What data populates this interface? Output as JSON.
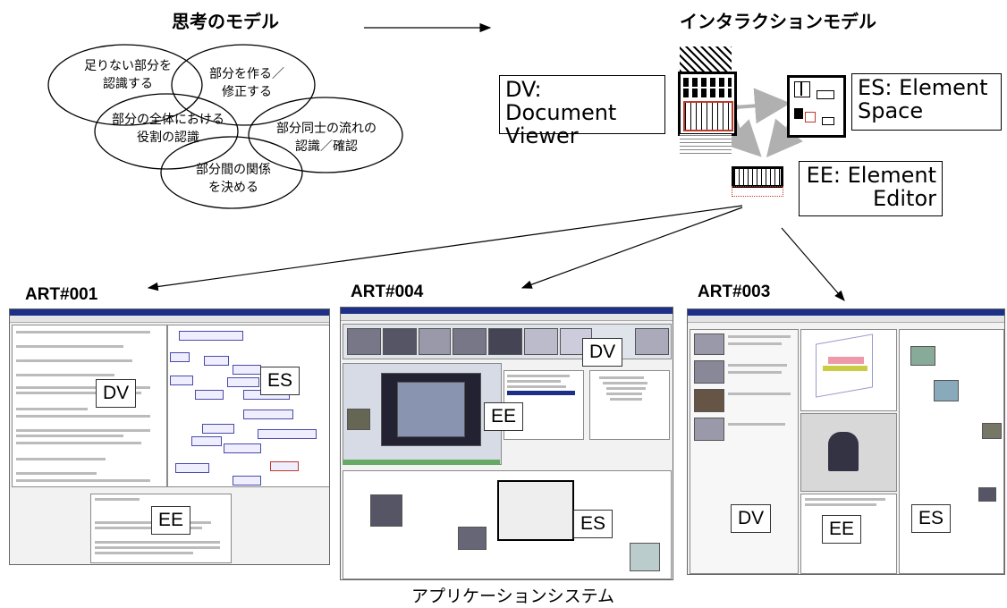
{
  "thinking": {
    "title": "思考のモデル",
    "nodes": [
      "足りない部分を\n認識する",
      "部分を作る／\n修正する",
      "部分の全体における\n役割の認識",
      "部分同士の流れの\n認識／確認",
      "部分間の関係\nを決める"
    ]
  },
  "interaction": {
    "title": "インタラクションモデル",
    "dv": "DV: Document\nViewer",
    "es": "ES: Element\nSpace",
    "ee": "EE: Element\nEditor"
  },
  "apps": [
    {
      "name": "ART#001",
      "dv": "DV",
      "es": "ES",
      "ee": "EE"
    },
    {
      "name": "ART#004",
      "dv": "DV",
      "es": "ES",
      "ee": "EE"
    },
    {
      "name": "ART#003",
      "dv": "DV",
      "es": "ES",
      "ee": "EE"
    }
  ],
  "footer": "アプリケーションシステム",
  "colors": {
    "title_bar": "#1d2f86",
    "arrow_gray": "#b0b0b0",
    "ee_red": "#c0392b"
  }
}
